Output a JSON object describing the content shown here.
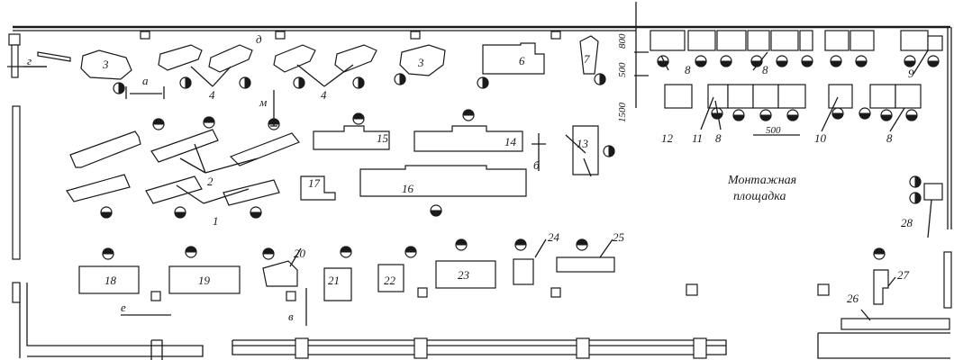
{
  "assembly_area": {
    "line1": "Монтажная",
    "line2": "площадка"
  },
  "dimensions": {
    "top_800": "800",
    "top_500": "500",
    "left_1500": "1500",
    "span_500": "500",
    "a": "а",
    "b": "б",
    "v": "в",
    "g": "г",
    "d": "д",
    "e": "е",
    "m": "м"
  },
  "labels": {
    "n1": "1",
    "n2": "2",
    "n3a": "3",
    "n3b": "3",
    "n4a": "4",
    "n4b": "4",
    "n6": "6",
    "n7": "7",
    "n8a": "8",
    "n8b": "8",
    "n8c": "8",
    "n8d": "8",
    "n9": "9",
    "n10": "10",
    "n11": "11",
    "n12": "12",
    "n13": "13",
    "n14": "14",
    "n15": "15",
    "n16": "16",
    "n17": "17",
    "n18": "18",
    "n19": "19",
    "n20": "20",
    "n21": "21",
    "n22": "22",
    "n23": "23",
    "n24": "24",
    "n25": "25",
    "n26": "26",
    "n27": "27",
    "n28": "28"
  }
}
